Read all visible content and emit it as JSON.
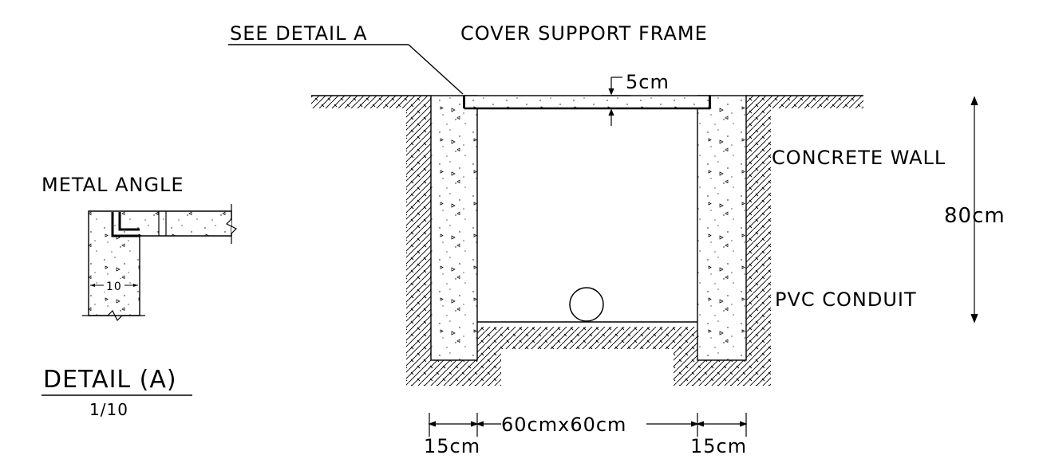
{
  "labels": {
    "see_detail": "SEE DETAIL A",
    "cover_frame": "COVER SUPPORT FRAME",
    "cover_thickness": "5cm",
    "concrete_wall": "CONCRETE WALL",
    "depth": "80cm",
    "pvc_conduit": "PVC CONDUIT",
    "metal_angle": "METAL ANGLE",
    "detail_wall_thickness": "10",
    "detail_title": "DETAIL (A)",
    "detail_scale": "1/10",
    "wall_left_width": "15cm",
    "inner_size": "60cmx60cm",
    "wall_right_width": "15cm"
  },
  "colors": {
    "line": "#000000",
    "background": "#ffffff"
  }
}
